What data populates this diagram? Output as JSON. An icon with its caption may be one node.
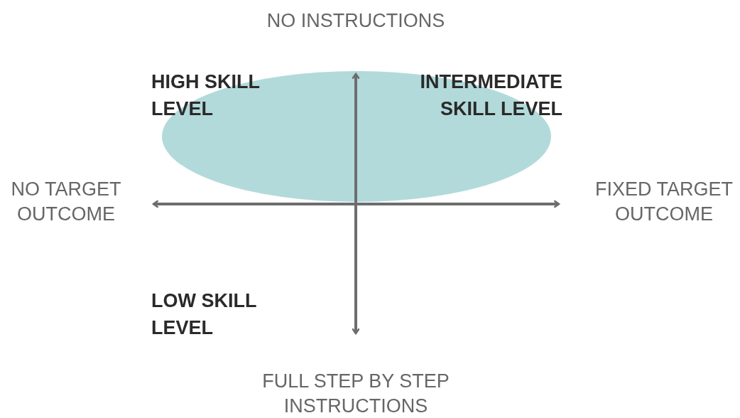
{
  "diagram": {
    "labels": [
      "NO INSTRUCTIONS",
      "HIGH SKILL LEVEL",
      "INTERMEDIATE SKILL LEVEL",
      "NO TARGET OUTCOME",
      "FIXED TARGET OUTCOME",
      "LOW SKILL LEVEL",
      "FULL STEP BY STEP INSTRUCTIONS"
    ]
  }
}
